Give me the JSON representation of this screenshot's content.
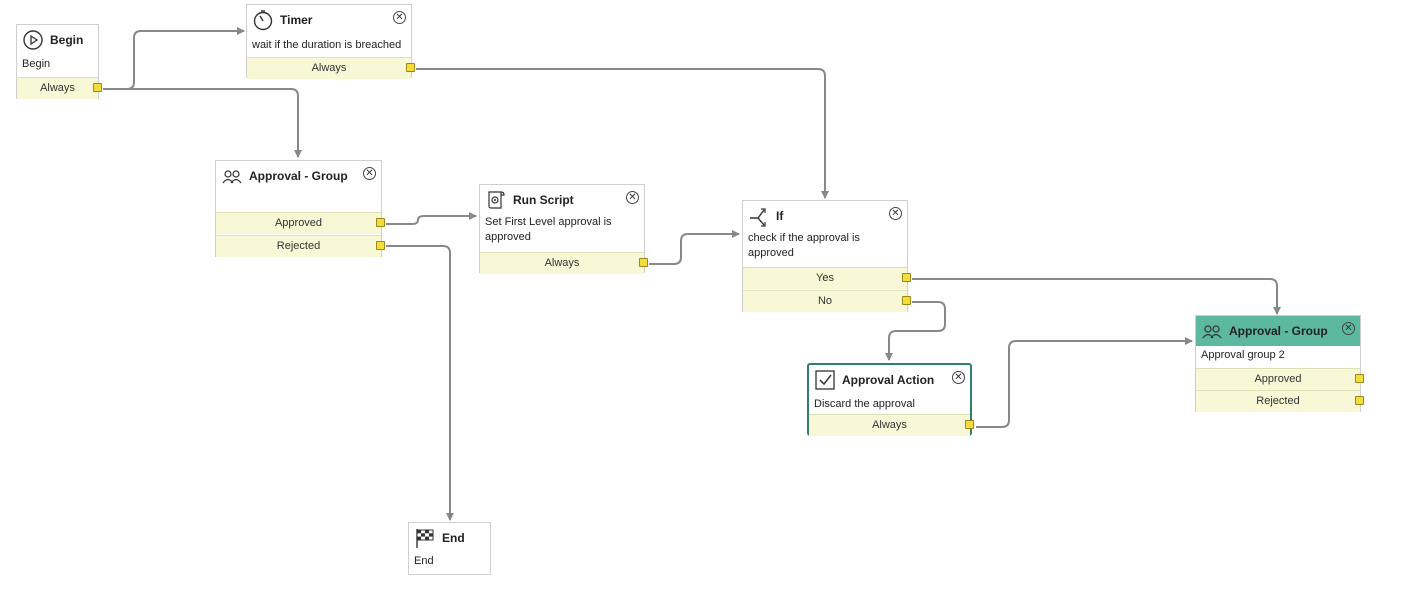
{
  "activities": {
    "begin": {
      "title": "Begin",
      "description": "Begin",
      "transitions": [
        "Always"
      ]
    },
    "timer": {
      "title": "Timer",
      "description": "wait if the duration is breached",
      "transitions": [
        "Always"
      ]
    },
    "approval_group_1": {
      "title": "Approval - Group",
      "description": "",
      "transitions": [
        "Approved",
        "Rejected"
      ]
    },
    "run_script": {
      "title": "Run Script",
      "description": "Set First Level approval is approved",
      "transitions": [
        "Always"
      ]
    },
    "if": {
      "title": "If",
      "description": "check if the approval is approved",
      "transitions": [
        "Yes",
        "No"
      ]
    },
    "approval_action": {
      "title": "Approval Action",
      "description": "Discard the approval",
      "transitions": [
        "Always"
      ]
    },
    "approval_group_2": {
      "title": "Approval - Group",
      "description": "Approval group 2",
      "transitions": [
        "Approved",
        "Rejected"
      ]
    },
    "end": {
      "title": "End",
      "description": "End"
    }
  },
  "close_glyph": "✕",
  "colors": {
    "transition_bg": "#f8f8d6",
    "port": "#f4dc3c",
    "wire": "#888888",
    "selected_header": "#5cb89e",
    "selected_border": "#2f7f6f"
  },
  "icons": {
    "begin": "play-circle-icon",
    "timer": "timer-icon",
    "approval_group": "group-icon",
    "run_script": "script-icon",
    "if": "branch-icon",
    "approval_action": "checkbox-icon",
    "end": "checkered-flag-icon"
  }
}
